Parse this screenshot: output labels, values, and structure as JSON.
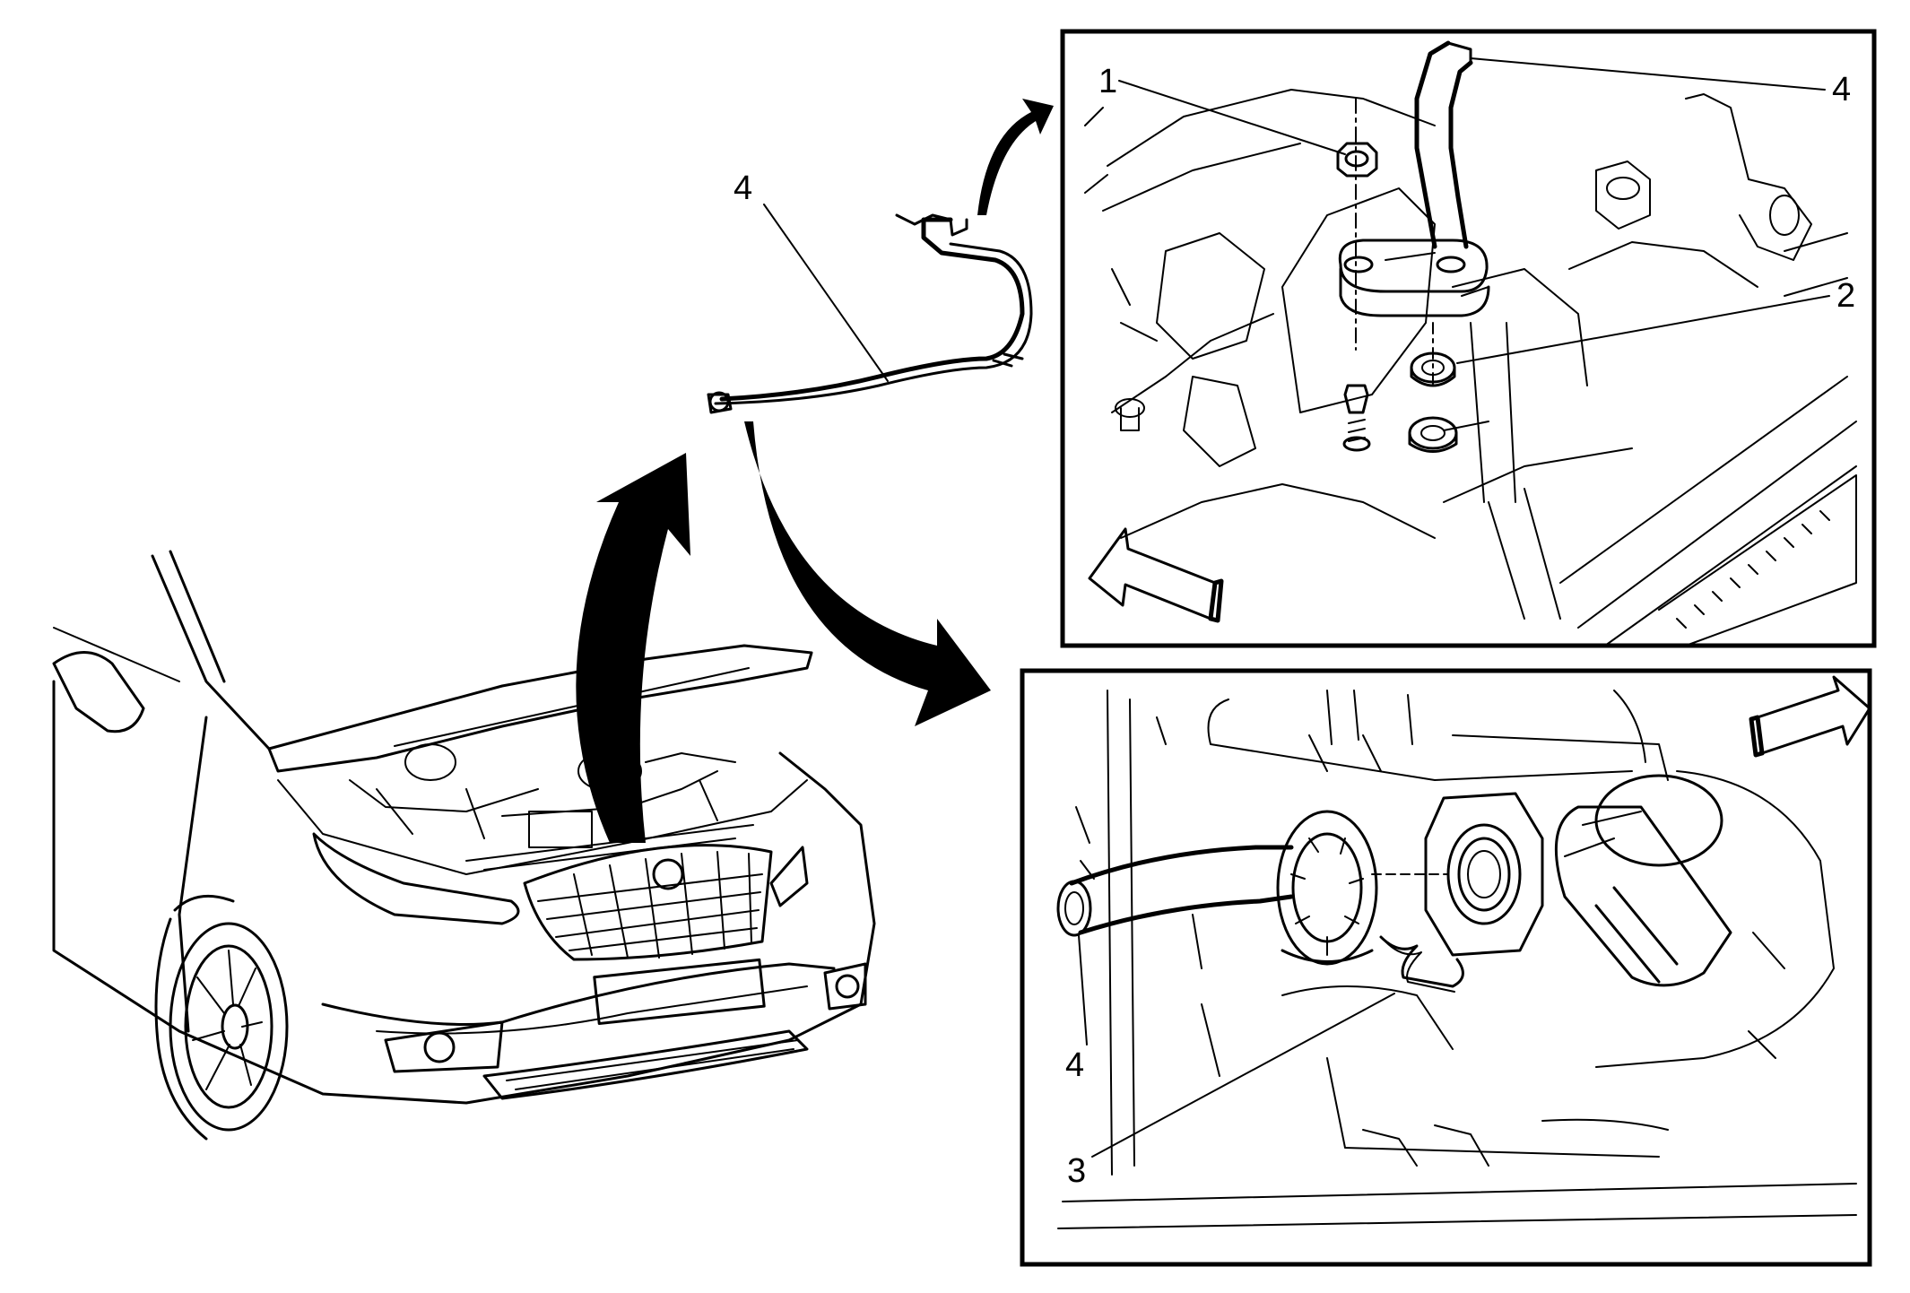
{
  "callouts": {
    "overview_hose": "4",
    "detail_top_nut": "1",
    "detail_top_hose": "4",
    "detail_top_washer": "2",
    "detail_bottom_hose": "4",
    "detail_bottom_clip": "3"
  },
  "colors": {
    "line": "#000000",
    "background": "#ffffff"
  }
}
